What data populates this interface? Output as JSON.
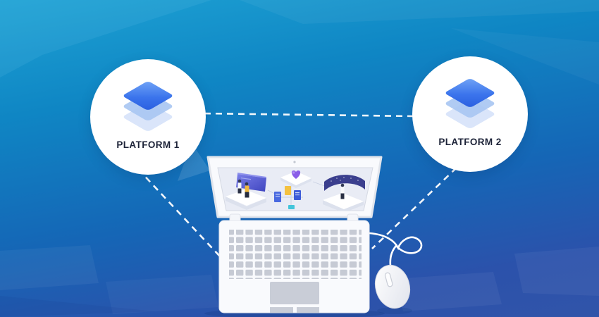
{
  "platforms": [
    {
      "label": "PLATFORM 1",
      "icon": "layers-icon"
    },
    {
      "label": "PLATFORM 2",
      "icon": "layers-icon"
    }
  ],
  "scene": {
    "devices": [
      "laptop",
      "mouse"
    ],
    "connections": [
      "platform-1 to platform-2",
      "platform-1 to laptop",
      "platform-2 to laptop"
    ]
  },
  "colors": {
    "background_top": "#1ea2d4",
    "background_bottom": "#3154a9",
    "node_background": "#ffffff",
    "layer_top_gradient_start": "#71a4f6",
    "layer_top_gradient_end": "#2a5fe0",
    "layer_middle": "#a7c5f2",
    "layer_bottom": "#cddcf8",
    "label_text": "#1d2338",
    "connector_dash": "#ffffff"
  }
}
